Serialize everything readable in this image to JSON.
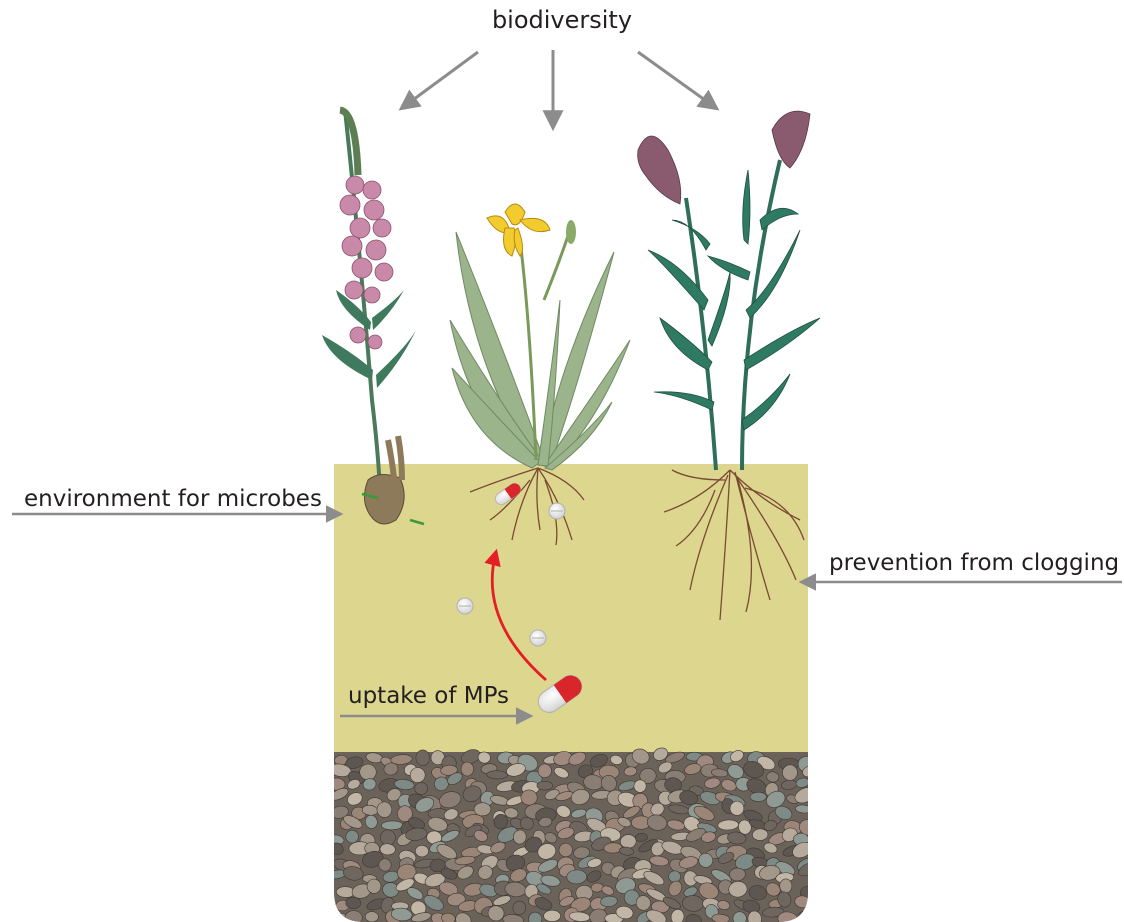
{
  "diagram": {
    "title": "biodiversity",
    "labels": {
      "environment": "environment for microbes",
      "clogging": "prevention from clogging",
      "uptake": "uptake of MPs"
    }
  },
  "colors": {
    "soil": "#ddd68f",
    "arrow_grey": "#8c8c8c",
    "uptake_arrow": "#e31e24",
    "capsule_red": "#d8262b",
    "root_brown": "#7a4a32",
    "gravel_dark": "#5a5048"
  },
  "icons": [
    "loosestrife-plant-icon",
    "iris-plant-icon",
    "reed-plant-icon",
    "capsule-icon",
    "pill-icon"
  ]
}
